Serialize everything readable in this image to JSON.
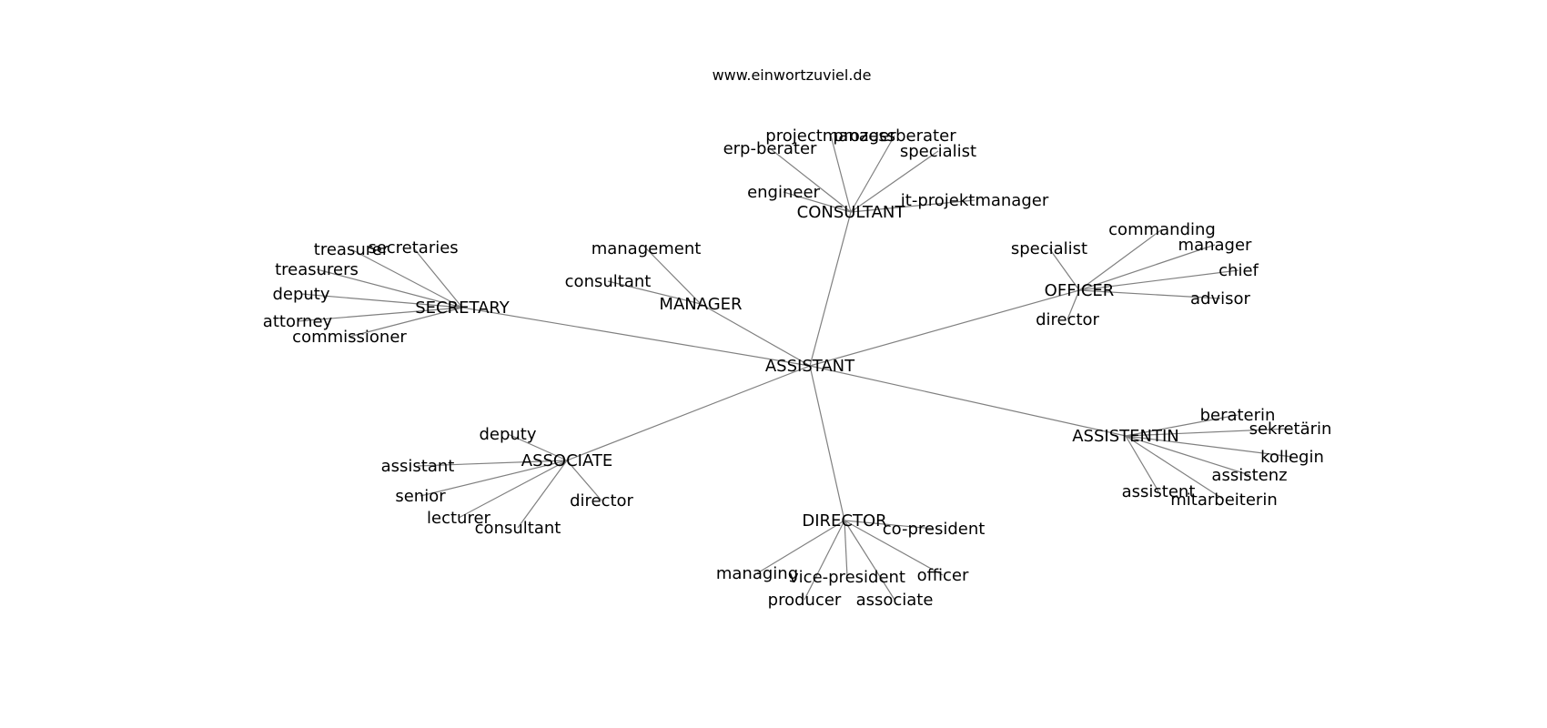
{
  "header": {
    "site": "www.einwortzuviel.de"
  },
  "graph": {
    "center": "ASSISTANT",
    "hubs": [
      {
        "key": "consultant",
        "label": "CONSULTANT",
        "leaves": [
          "projectmanager",
          "prozessberater",
          "erp-berater",
          "specialist",
          "engineer",
          "it-projektmanager"
        ]
      },
      {
        "key": "manager",
        "label": "MANAGER",
        "leaves": [
          "management",
          "consultant"
        ]
      },
      {
        "key": "secretary",
        "label": "SECRETARY",
        "leaves": [
          "treasurer",
          "secretaries",
          "treasurers",
          "deputy",
          "attorney",
          "commissioner"
        ]
      },
      {
        "key": "officer",
        "label": "OFFICER",
        "leaves": [
          "commanding",
          "specialist",
          "manager",
          "chief",
          "advisor",
          "director"
        ]
      },
      {
        "key": "assistentin",
        "label": "ASSISTENTIN",
        "leaves": [
          "beraterin",
          "sekretärin",
          "kollegin",
          "assistenz",
          "assistent",
          "mitarbeiterin"
        ]
      },
      {
        "key": "associate",
        "label": "ASSOCIATE",
        "leaves": [
          "deputy",
          "assistant",
          "senior",
          "lecturer",
          "consultant",
          "director"
        ]
      },
      {
        "key": "director",
        "label": "DIRECTOR",
        "leaves": [
          "co-president",
          "managing",
          "vice-president",
          "officer",
          "producer",
          "associate"
        ]
      }
    ]
  }
}
